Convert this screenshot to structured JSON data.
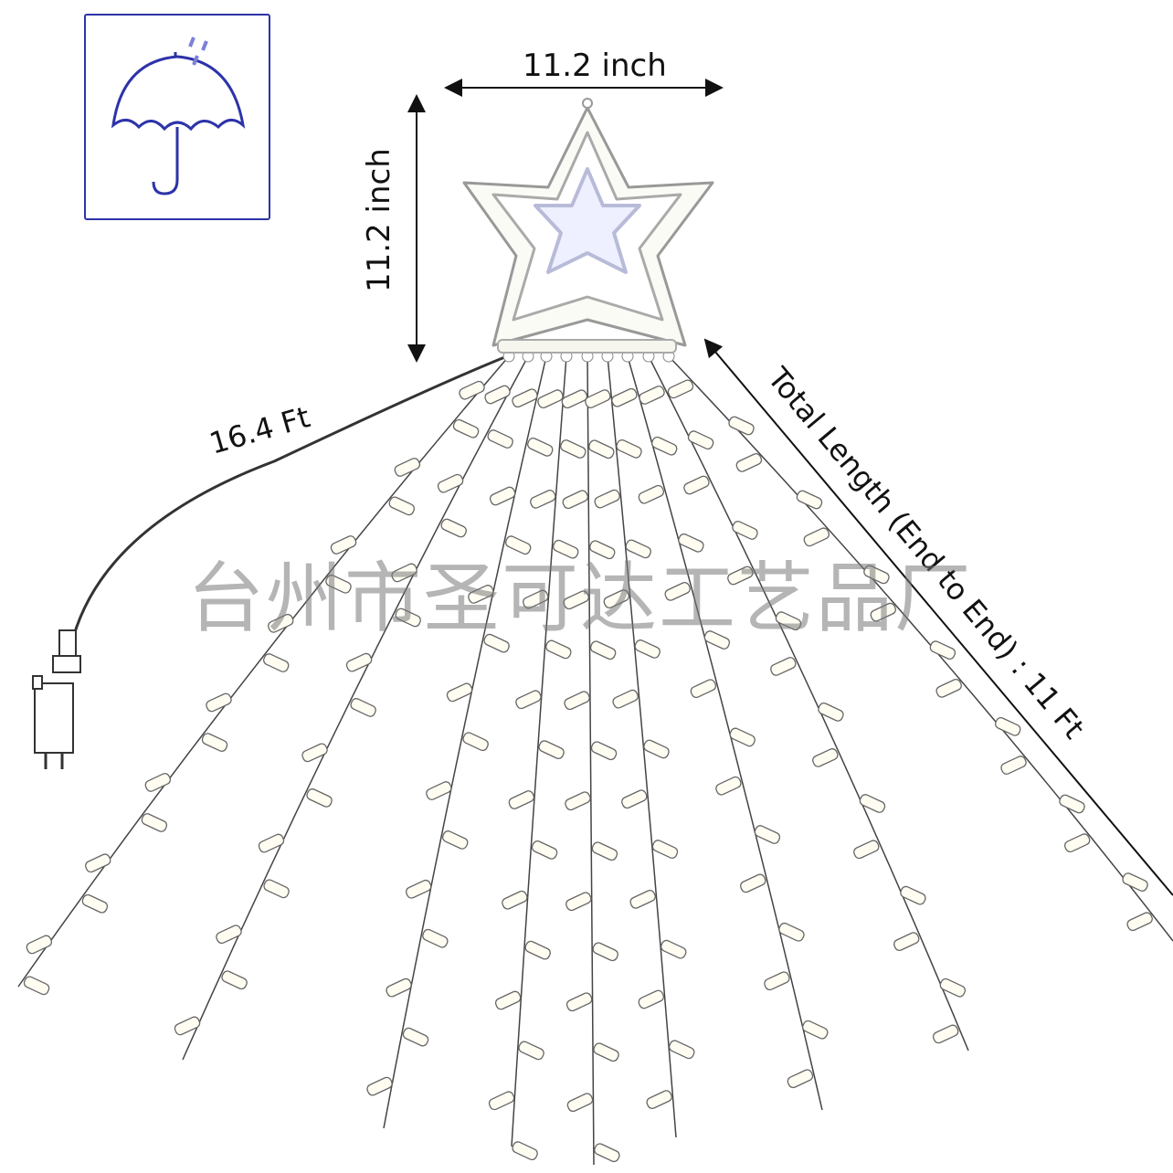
{
  "dimensions": {
    "width_label": "11.2 inch",
    "height_label": "11.2 inch",
    "lead_cable_label": "16.4 Ft",
    "total_length_label": "Total Length (End to End) : 11 Ft"
  },
  "watermark": "台州市圣可达工艺品厂",
  "icons": {
    "weather": "umbrella-rain-icon"
  },
  "colors": {
    "icon_stroke": "#2d33a8",
    "rain": "#7d7fd8",
    "wire": "#333333"
  }
}
